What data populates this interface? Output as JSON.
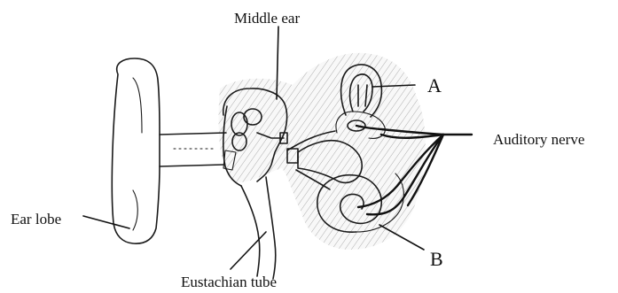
{
  "labels": {
    "middle_ear": "Middle ear",
    "a": "A",
    "auditory_nerve": "Auditory nerve",
    "ear_lobe": "Ear lobe",
    "b": "B",
    "eustachian_tube": "Eustachian tube"
  }
}
